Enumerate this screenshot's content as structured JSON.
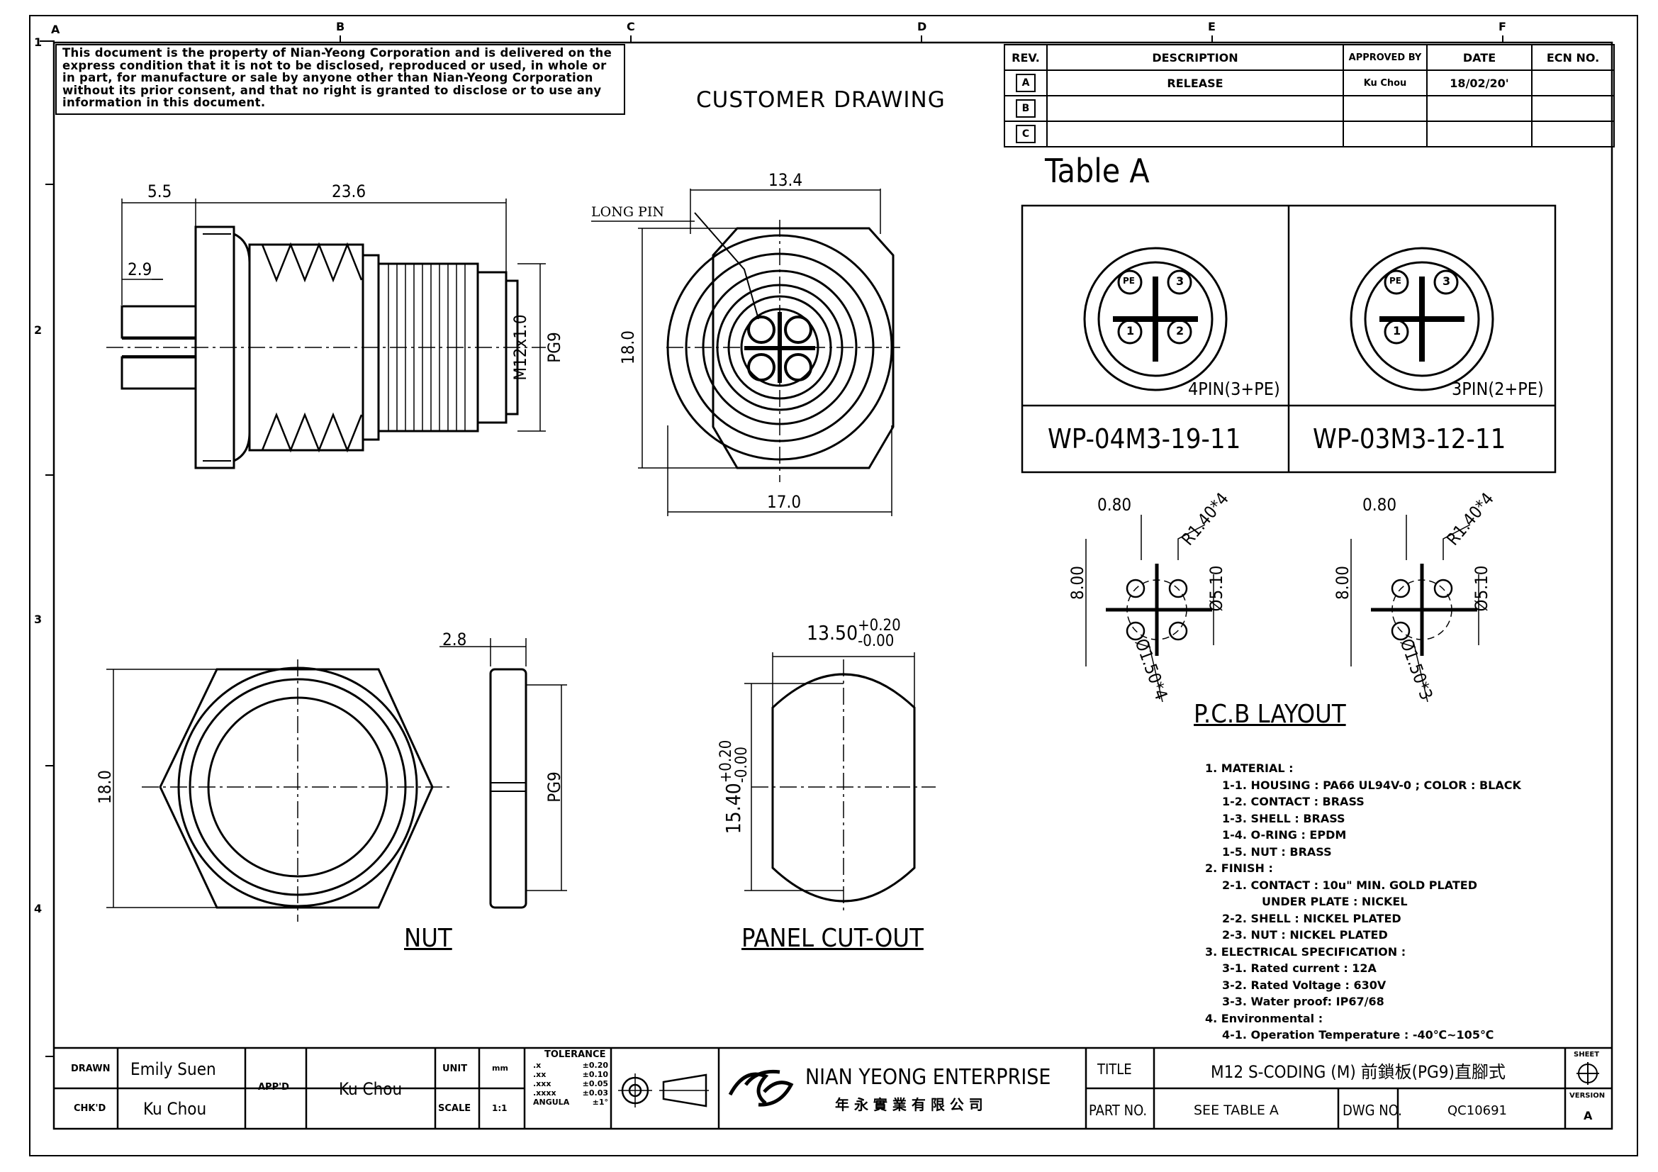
{
  "legal_notice": "This document is the property of Nian-Yeong Corporation and is delivered on the express condition that it is not to be disclosed, reproduced or used, in whole or in part, for manufacture or sale by anyone other than Nian-Yeong Corporation without its prior consent, and that no right is granted to disclose or to use any information in this document.",
  "drawing_type": "CUSTOMER DRAWING",
  "grid": {
    "columns": [
      "A",
      "B",
      "C",
      "D",
      "E",
      "F"
    ],
    "rows": [
      "1",
      "2",
      "3",
      "4"
    ]
  },
  "revision_table": {
    "headers": [
      "REV.",
      "DESCRIPTION",
      "APPROVED BY",
      "DATE",
      "ECN NO."
    ],
    "rows": [
      {
        "rev": "A",
        "description": "RELEASE",
        "approved_by": "Ku Chou",
        "date": "18/02/20'",
        "ecn": ""
      },
      {
        "rev": "B",
        "description": "",
        "approved_by": "",
        "date": "",
        "ecn": ""
      },
      {
        "rev": "C",
        "description": "",
        "approved_by": "",
        "date": "",
        "ecn": ""
      }
    ]
  },
  "side_view": {
    "dims": [
      "5.5",
      "23.6",
      "2.9",
      "M12x1.0",
      "PG9"
    ]
  },
  "front_view": {
    "long_pin": "LONG PIN",
    "dims": [
      "13.4",
      "18.0",
      "17.0"
    ]
  },
  "table_a": {
    "title": "Table A",
    "variants": [
      {
        "desc": "4PIN(3+PE)",
        "part": "WP-04M3-19-11",
        "pins": [
          "PE",
          "3",
          "1",
          "2"
        ]
      },
      {
        "desc": "3PIN(2+PE)",
        "part": "WP-03M3-12-11",
        "pins": [
          "PE",
          "3",
          "1"
        ]
      }
    ]
  },
  "pcb_layout": {
    "title": "P.C.B LAYOUT",
    "left": {
      "d1": "0.80",
      "d2": "R1.40*4",
      "d3": "8.00",
      "d4": "Ø5.10",
      "d5": "Ø1.50*4"
    },
    "right": {
      "d1": "0.80",
      "d2": "R1.40*4",
      "d3": "8.00",
      "d4": "Ø5.10",
      "d5": "Ø1.50*3"
    }
  },
  "nut": {
    "title": "NUT",
    "dims": [
      "2.8",
      "18.0",
      "PG9"
    ]
  },
  "panel_cutout": {
    "title": "PANEL CUT-OUT",
    "width": "13.50",
    "width_tol_plus": "+0.20",
    "width_tol_minus": "-0.00",
    "height": "15.40",
    "height_tol_plus": "+0.20",
    "height_tol_minus": "-0.00"
  },
  "notes": [
    "1. MATERIAL :",
    "1-1. HOUSING : PA66 UL94V-0 ; COLOR : BLACK",
    "1-2. CONTACT : BRASS",
    "1-3. SHELL : BRASS",
    "1-4. O-RING : EPDM",
    "1-5. NUT : BRASS",
    "2. FINISH :",
    "2-1. CONTACT : 10u\" MIN. GOLD PLATED",
    "UNDER PLATE : NICKEL",
    "2-2. SHELL : NICKEL PLATED",
    "2-3. NUT : NICKEL PLATED",
    "3. ELECTRICAL SPECIFICATION :",
    "3-1. Rated current : 12A",
    "3-2. Rated Voltage : 630V",
    "3-3. Water proof: IP67/68",
    "4. Environmental :",
    "4-1. Operation Temperature : -40℃~105℃"
  ],
  "title_block": {
    "drawn_label": "DRAWN",
    "drawn": "Emily Suen",
    "chkd_label": "CHK'D",
    "chkd": "Ku Chou",
    "appd_label": "APP'D",
    "appd": "Ku Chou",
    "unit_label": "UNIT",
    "unit": "mm",
    "scale_label": "SCALE",
    "scale": "1:1",
    "tolerance_label": "TOLERANCE",
    "tolerances": [
      {
        "k": ".x",
        "v": "±0.20"
      },
      {
        "k": ".xx",
        "v": "±0.10"
      },
      {
        "k": ".xxx",
        "v": "±0.05"
      },
      {
        "k": ".xxxx",
        "v": "±0.03"
      },
      {
        "k": "ANGULA",
        "v": "±1°"
      }
    ],
    "company": "NIAN YEONG ENTERPRISE",
    "company_cn": "年 永 實 業 有 限 公 司",
    "title_label": "TITLE",
    "title": "M12 S-CODING (M) 前鎖板(PG9)直腳式",
    "partno_label": "PART NO.",
    "partno": "SEE TABLE A",
    "dwgno_label": "DWG NO.",
    "dwgno": "QC10691",
    "sheet_label": "SHEET",
    "version_label": "VERSION",
    "version": "A"
  }
}
